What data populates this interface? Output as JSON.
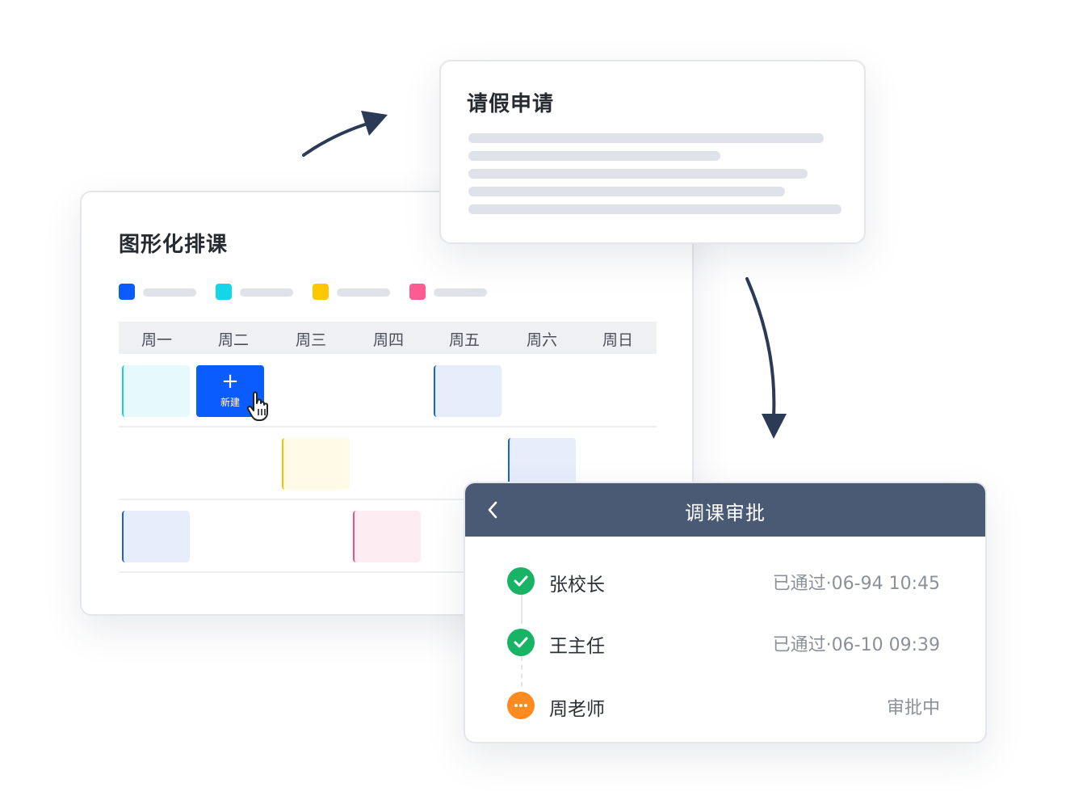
{
  "schedule": {
    "title": "图形化排课",
    "legend_colors": [
      "#0b5cff",
      "#14d6e6",
      "#ffc700",
      "#ff5b93"
    ],
    "weekdays": [
      "周一",
      "周二",
      "周三",
      "周四",
      "周五",
      "周六",
      "周日"
    ],
    "new_button": {
      "label": "新建",
      "icon": "plus-icon"
    },
    "cursor_icon": "hand-pointer-icon"
  },
  "leave": {
    "title": "请假申请"
  },
  "approval": {
    "title": "调课审批",
    "back_icon": "chevron-left-icon",
    "steps": [
      {
        "name": "张校长",
        "status": "已通过·06-94 10:45",
        "state": "approved",
        "icon": "check-icon"
      },
      {
        "name": "王主任",
        "status": "已通过·06-10 09:39",
        "state": "approved",
        "icon": "check-icon"
      },
      {
        "name": "周老师",
        "status": "审批中",
        "state": "pending",
        "icon": "more-icon"
      }
    ]
  },
  "colors": {
    "primary": "#0b5cff",
    "header_bg": "#4a5a75",
    "approved": "#18b365",
    "pending": "#ff8a1f",
    "arrow": "#2b3a55"
  }
}
